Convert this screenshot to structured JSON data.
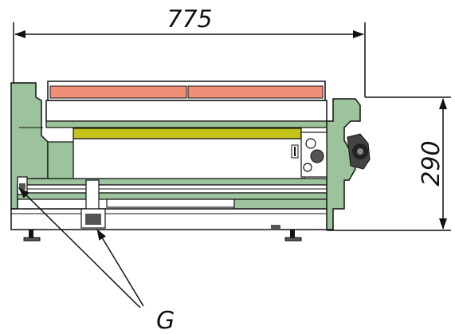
{
  "dimensions": {
    "width_label": "775",
    "height_label": "290"
  },
  "callout": {
    "label": "G"
  },
  "colors": {
    "frame_green": "#9cc39c",
    "panel_salmon": "#ef8f78",
    "bar_olive": "#c2c21a",
    "line": "#111111",
    "panel_white": "#ffffff",
    "dark_gray": "#555555"
  }
}
